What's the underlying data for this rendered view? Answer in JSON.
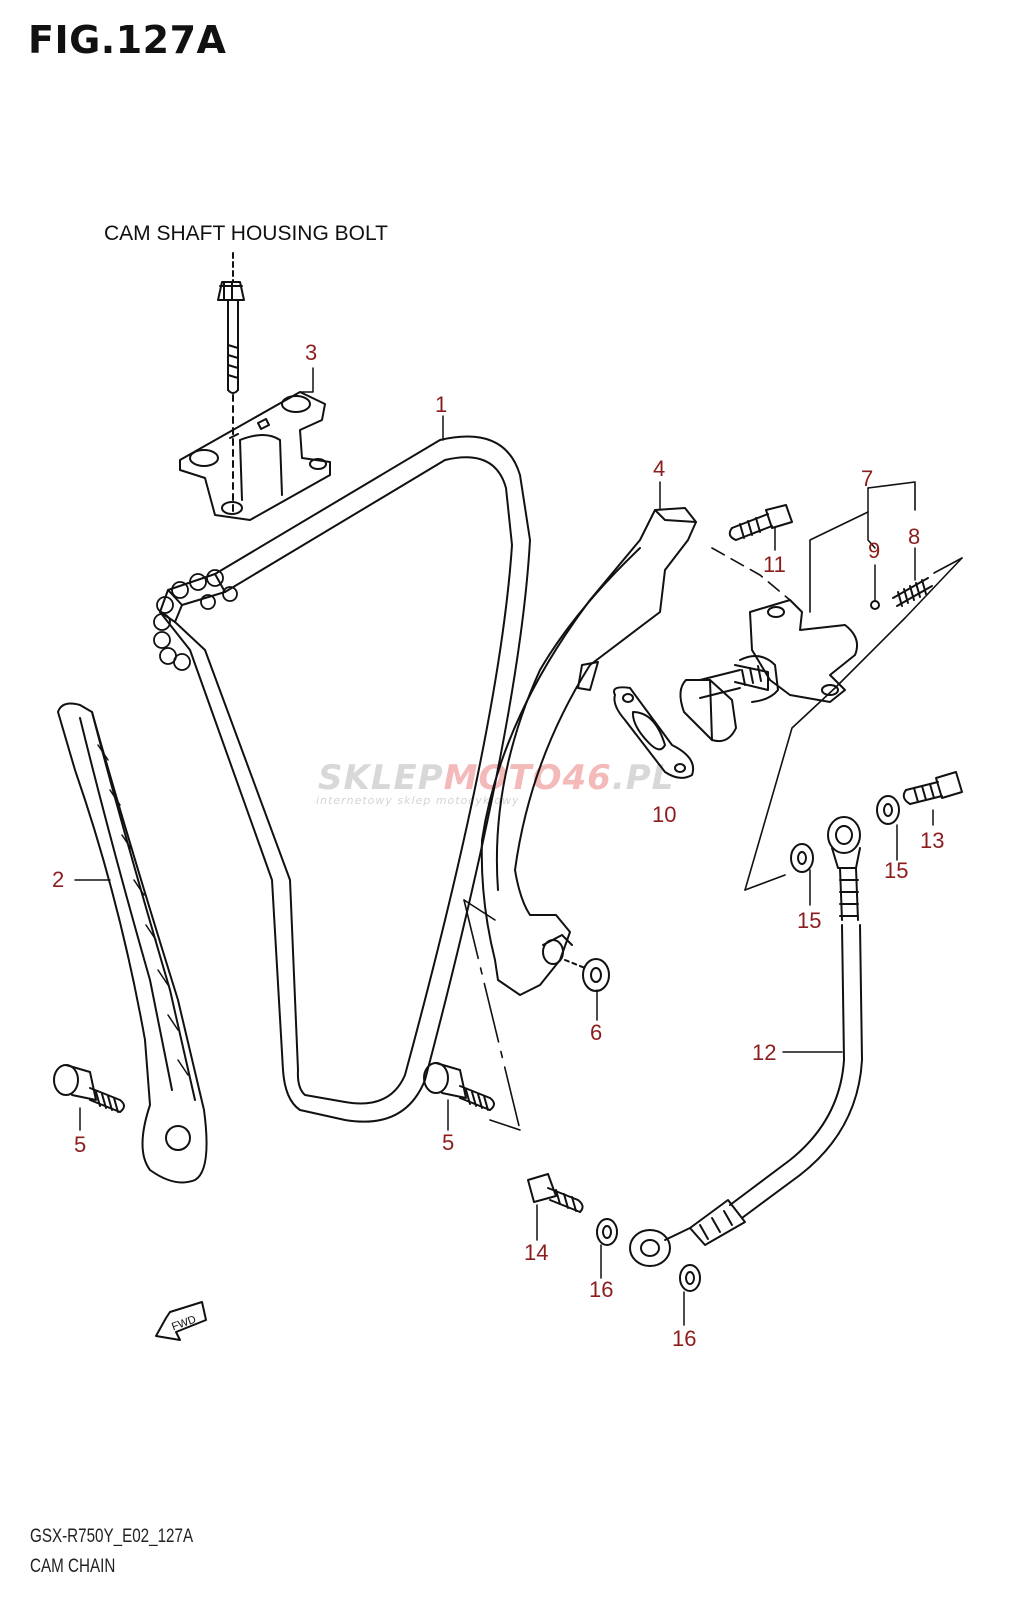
{
  "figure": {
    "title": "FIG.127A",
    "code": "GSX-R750Y_E02_127A",
    "name": "CAM CHAIN"
  },
  "note_label": "CAM SHAFT HOUSING BOLT",
  "fwd_label": "FWD",
  "watermark": {
    "main_left": "SKLEP",
    "main_highlight": "MOTO46",
    "main_right": ".PL",
    "sub": "internetowy sklep motocyklowy"
  },
  "colors": {
    "callout": "#8b1d1d",
    "line": "#111111",
    "watermark_grey": "#d8d8d8",
    "watermark_red": "#f4b9b9"
  },
  "callouts": {
    "c1": "1",
    "c2": "2",
    "c3": "3",
    "c4": "4",
    "c5a": "5",
    "c5b": "5",
    "c6": "6",
    "c7": "7",
    "c8": "8",
    "c9": "9",
    "c10": "10",
    "c11": "11",
    "c12": "12",
    "c13": "13",
    "c14": "14",
    "c15a": "15",
    "c15b": "15",
    "c16a": "16",
    "c16b": "16"
  }
}
